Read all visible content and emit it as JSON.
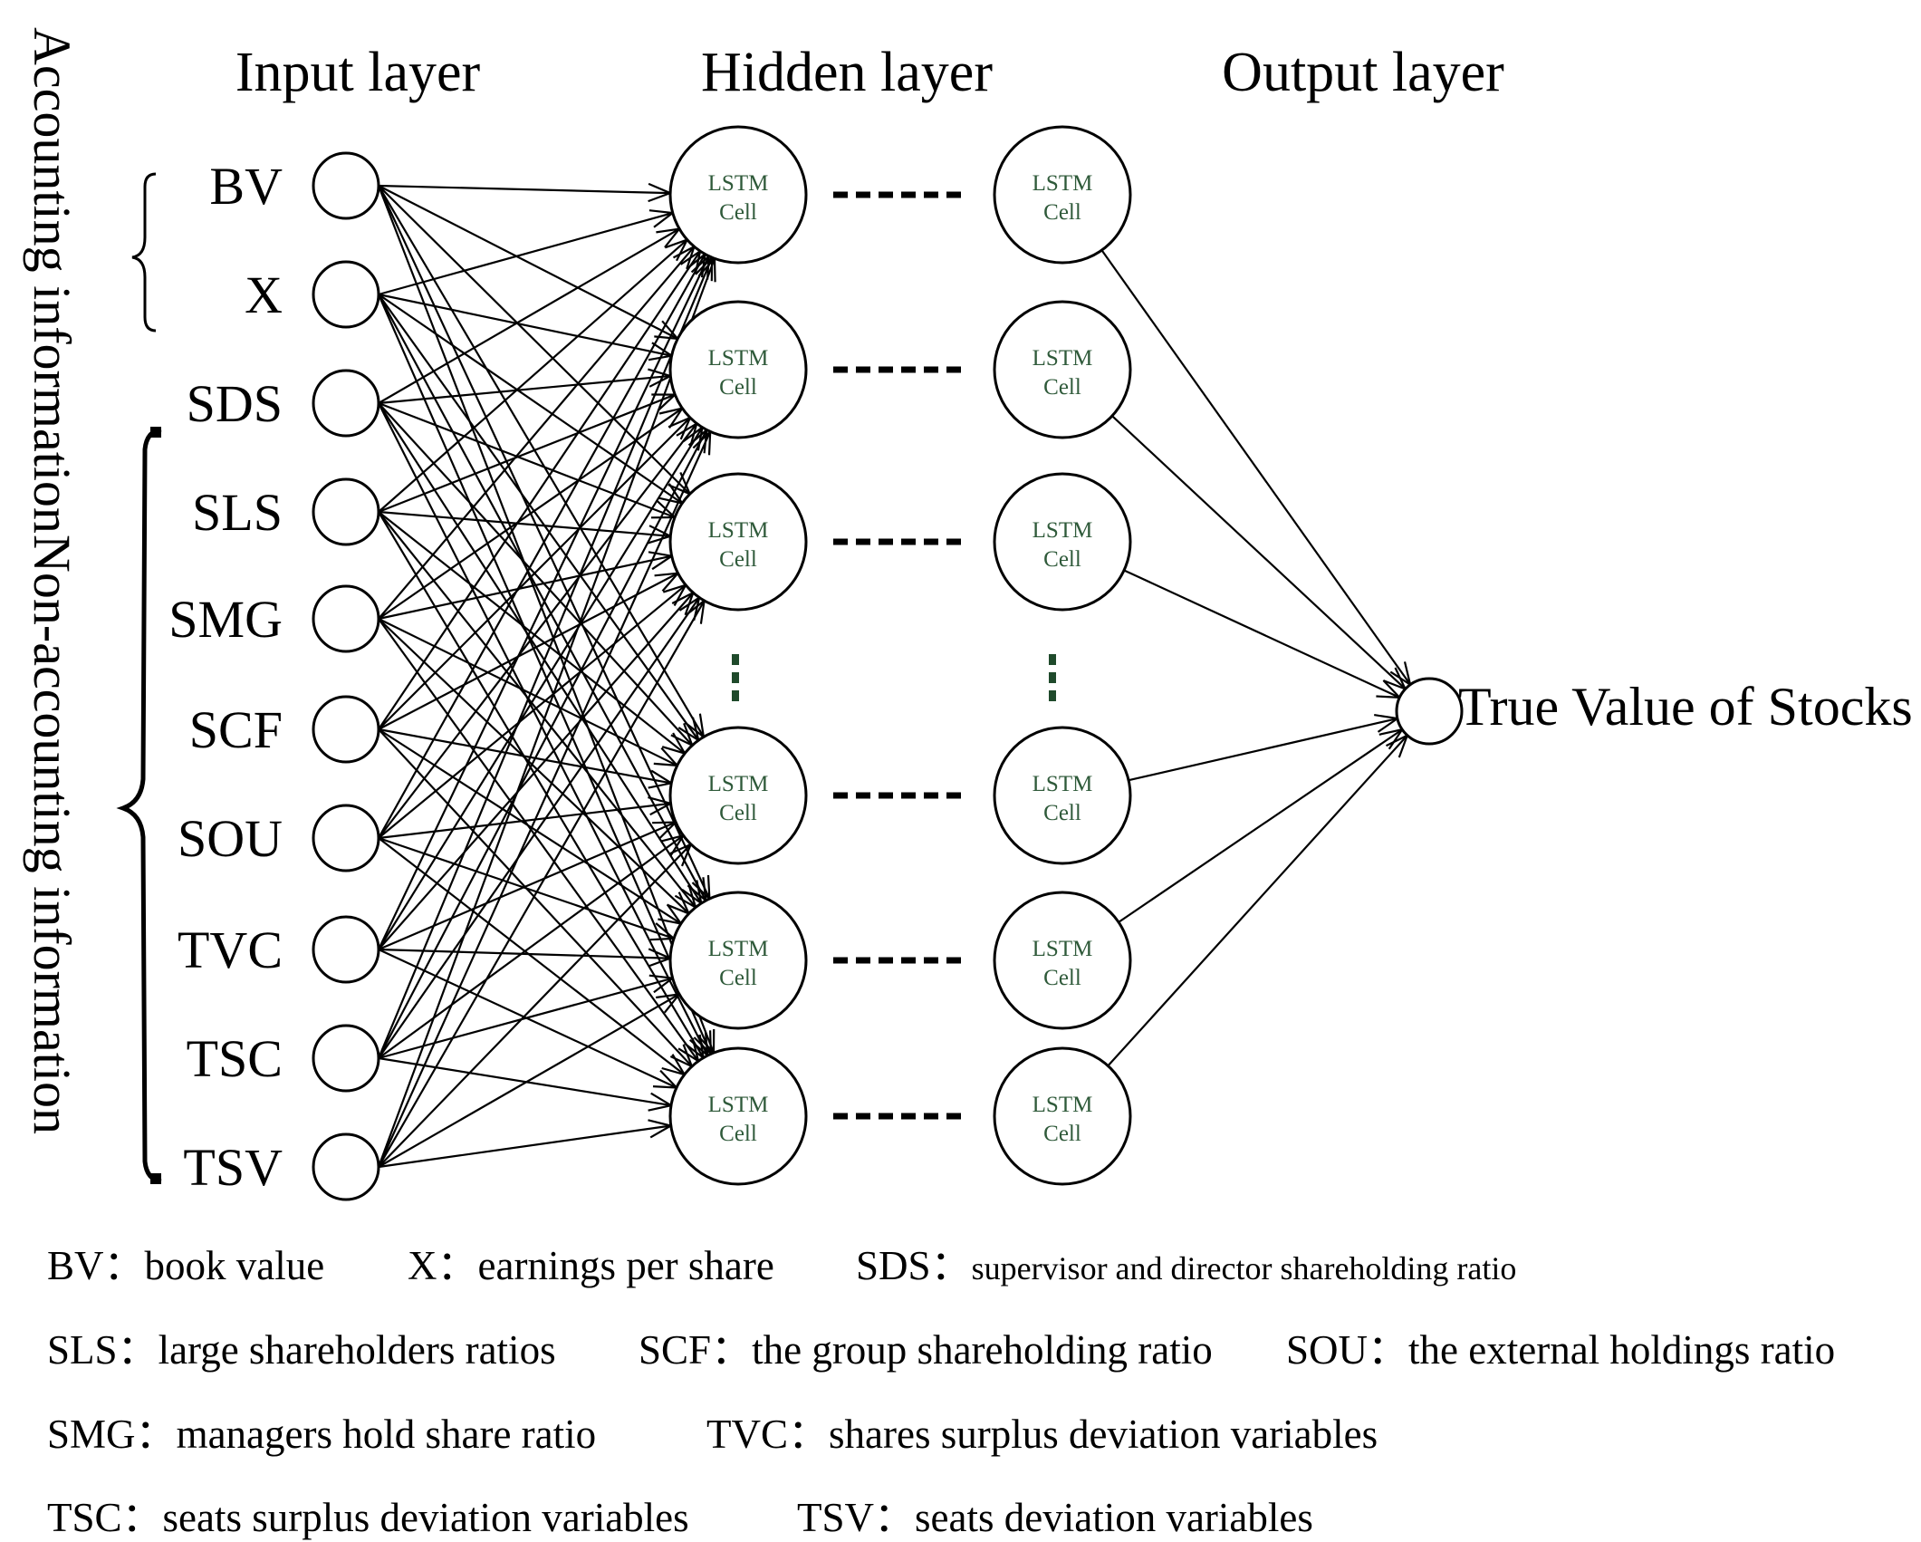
{
  "titles": {
    "input_layer": "Input layer",
    "hidden_layer": "Hidden layer",
    "output_layer": "Output layer"
  },
  "groups": {
    "accounting": "Accounting information",
    "non_accounting": "Non-accounting information"
  },
  "inputs": [
    "BV",
    "X",
    "SDS",
    "SLS",
    "SMG",
    "SCF",
    "SOU",
    "TVC",
    "TSC",
    "TSV"
  ],
  "cell": {
    "line1": "LSTM",
    "line2": "Cell"
  },
  "output_label": "True Value of Stocks",
  "legend": [
    [
      {
        "abbr": "BV",
        "sep": "：",
        "desc": "book value"
      },
      {
        "abbr": "X",
        "sep": "：",
        "desc": "earnings per share"
      },
      {
        "abbr": "SDS",
        "sep": "：",
        "desc": "supervisor and director shareholding ratio"
      }
    ],
    [
      {
        "abbr": "SLS",
        "sep": "：",
        "desc": "large shareholders ratios"
      },
      {
        "abbr": "SCF",
        "sep": "：",
        "desc": "the group shareholding ratio"
      },
      {
        "abbr": "SOU",
        "sep": "：",
        "desc": "the external holdings ratio"
      }
    ],
    [
      {
        "abbr": "SMG",
        "sep": "：",
        "desc": "managers hold share ratio"
      },
      {
        "abbr": "TVC",
        "sep": "：",
        "desc": "shares surplus deviation variables"
      }
    ],
    [
      {
        "abbr": "TSC",
        "sep": "：",
        "desc": "seats surplus deviation variables"
      },
      {
        "abbr": "TSV",
        "sep": "：",
        "desc": "seats deviation variables"
      }
    ]
  ],
  "colors": {
    "line": "#000000",
    "cell_text": "#2f5a3a",
    "dots": "#1f4a2b"
  }
}
